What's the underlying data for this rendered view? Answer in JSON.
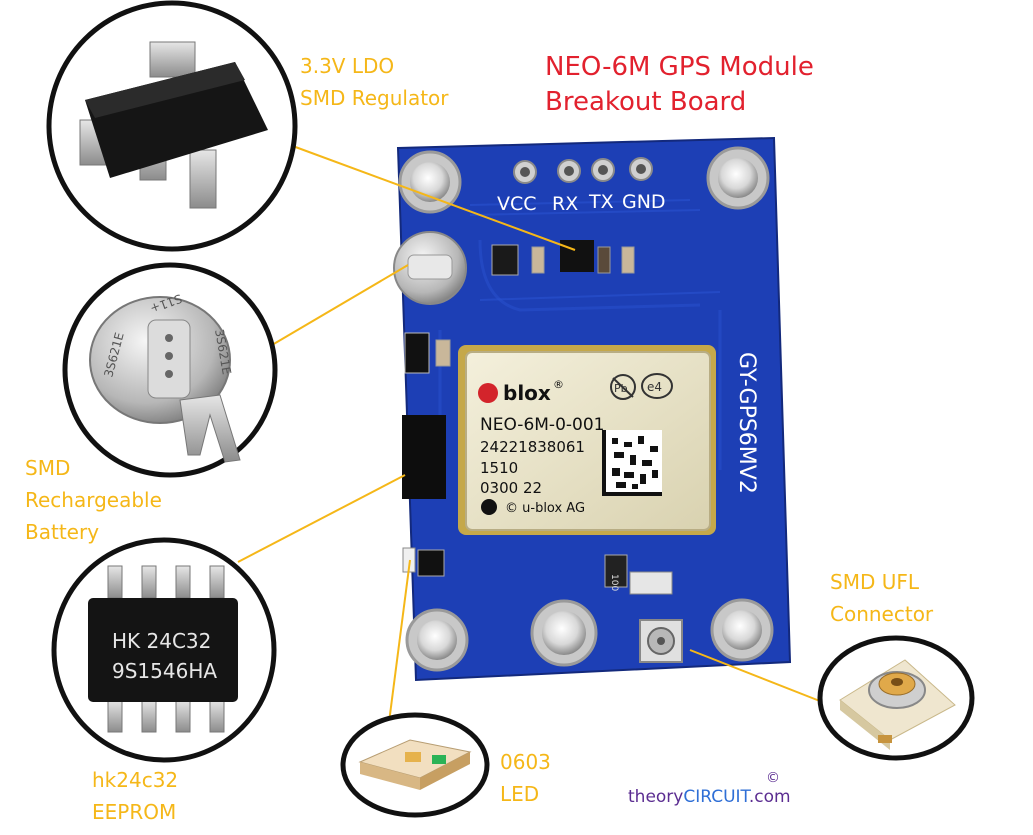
{
  "title": {
    "line1": "NEO-6M GPS Module",
    "line2": "Breakout Board"
  },
  "labels": {
    "ldo": [
      "3.3V LDO",
      "SMD Regulator"
    ],
    "battery": [
      "SMD",
      "Rechargeable",
      "Battery"
    ],
    "ufl": [
      "SMD UFL",
      "Connector"
    ],
    "led": [
      "0603",
      "LED"
    ],
    "eeprom": [
      "hk24c32",
      "EEPROM"
    ]
  },
  "board": {
    "pins": [
      "VCC",
      "RX",
      "TX",
      "GND"
    ],
    "silkscreen": "GY-GPS6MV2",
    "module_brand": "blox",
    "module_brand_mark": "®",
    "module_icons": [
      "Pb",
      "e4"
    ],
    "module_lines": [
      "NEO-6M-0-001",
      "24221838061",
      "1510",
      "0300 22"
    ],
    "module_footer": "© u-blox AG",
    "resistor_code": "100"
  },
  "battery_markings": [
    "S11+",
    "3S621E",
    "3S621E"
  ],
  "eeprom_markings": [
    "HK 24C32",
    "9S1546HA"
  ],
  "watermark": {
    "part1": "theory",
    "part2": "CIRCUIT",
    "part3": ".com",
    "copyright": "©"
  },
  "colors": {
    "title": "#e2212e",
    "label": "#f5b718",
    "pcb": "#1d3fb5",
    "leader": "#f5b718"
  }
}
